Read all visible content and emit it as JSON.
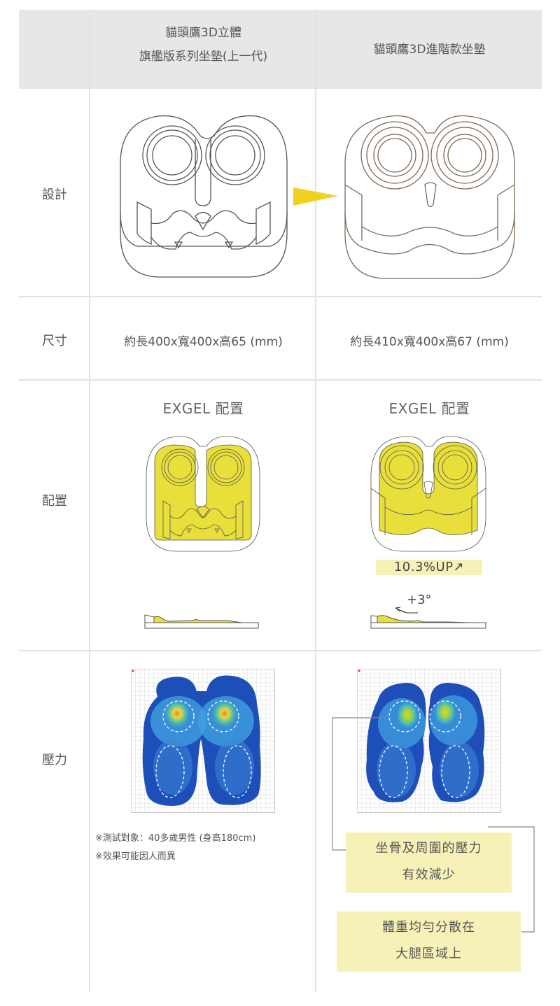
{
  "header": {
    "col1_line1": "貓頭鷹3D立體",
    "col1_line2": "旗艦版系列坐墊(上一代)",
    "col2": "貓頭鷹3D進階款坐墊"
  },
  "rows": {
    "design": {
      "label": "設計"
    },
    "size": {
      "label": "尺寸",
      "old": "約長400x寬400x高65 (mm)",
      "new": "約長410x寬400x高67 (mm)"
    },
    "layout": {
      "label": "配置",
      "old_title": "EXGEL 配置",
      "new_title": "EXGEL 配置",
      "improvement": "10.3%UP↗",
      "angle": "+3°"
    },
    "pressure": {
      "label": "壓力",
      "note1": "※測試對象：40多歲男性 (身高180cm)",
      "note2": "※效果可能因人而異",
      "callout1_line1": "坐骨及周圍的壓力",
      "callout1_line2": "有效減少",
      "callout2_line1": "體重均勻分散在",
      "callout2_line2": "大腿區域上"
    }
  },
  "colors": {
    "header_bg": "#e7e7e8",
    "grid_line": "#e2e2e2",
    "gel_yellow": "#e8df3a",
    "arrow_yellow": "#eed21f",
    "callout_bg": "#f6f2b7",
    "old_outline": "#555555",
    "new_outline": "#7a6a58"
  },
  "icons": {
    "transition_arrow": "yellow-triangle-right-icon"
  }
}
